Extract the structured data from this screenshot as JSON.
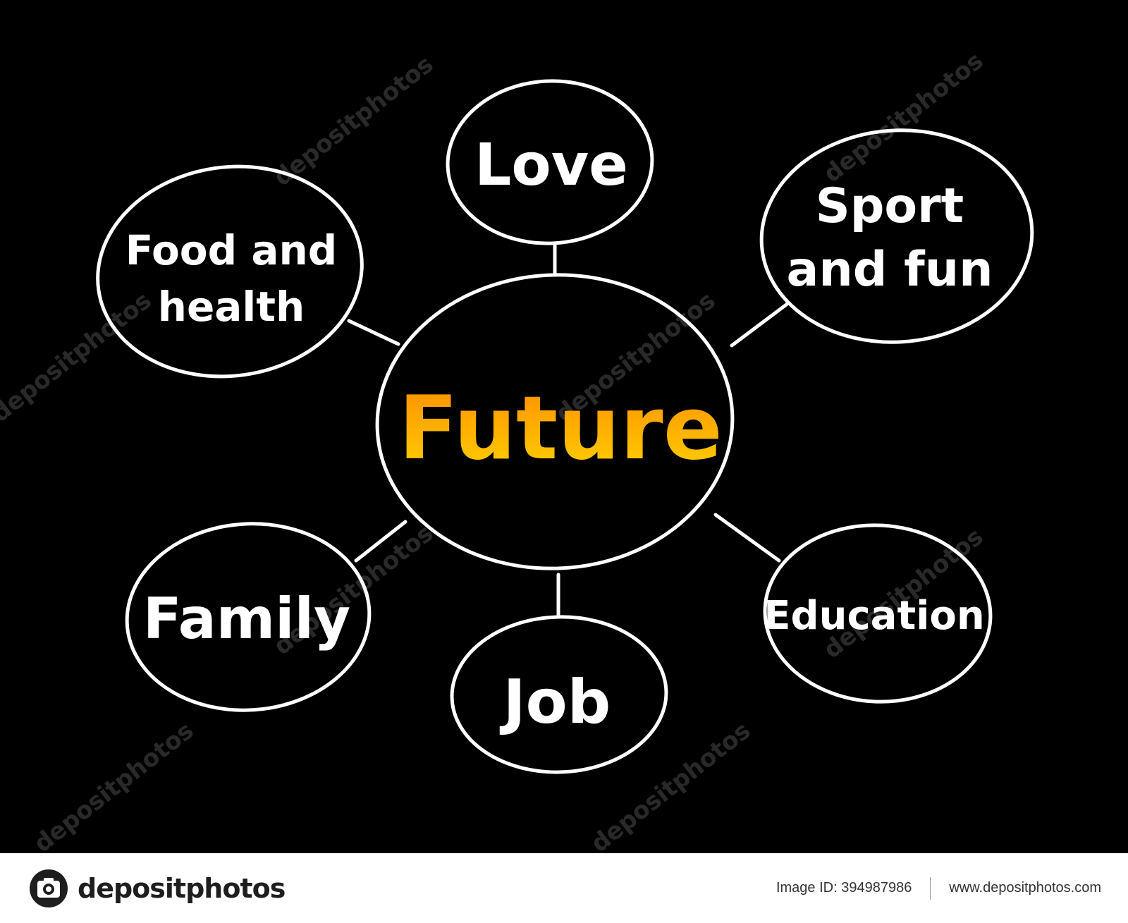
{
  "diagram": {
    "center": {
      "label": "Future",
      "gradient": [
        "#ff8c00",
        "#ffd400"
      ]
    },
    "nodes": [
      {
        "id": "love",
        "lines": [
          "Love"
        ]
      },
      {
        "id": "sport",
        "lines": [
          "Sport",
          "and fun"
        ]
      },
      {
        "id": "education",
        "lines": [
          "Education"
        ]
      },
      {
        "id": "job",
        "lines": [
          "Job"
        ]
      },
      {
        "id": "family",
        "lines": [
          "Family"
        ]
      },
      {
        "id": "food",
        "lines": [
          "Food and",
          "health"
        ]
      }
    ],
    "colors": {
      "background": "#000000",
      "stroke": "#ffffff"
    }
  },
  "watermark": {
    "text": "depositphotos"
  },
  "footer": {
    "brand": "depositphotos",
    "image_id": "Image ID: 394987986",
    "url": "www.depositphotos.com"
  }
}
